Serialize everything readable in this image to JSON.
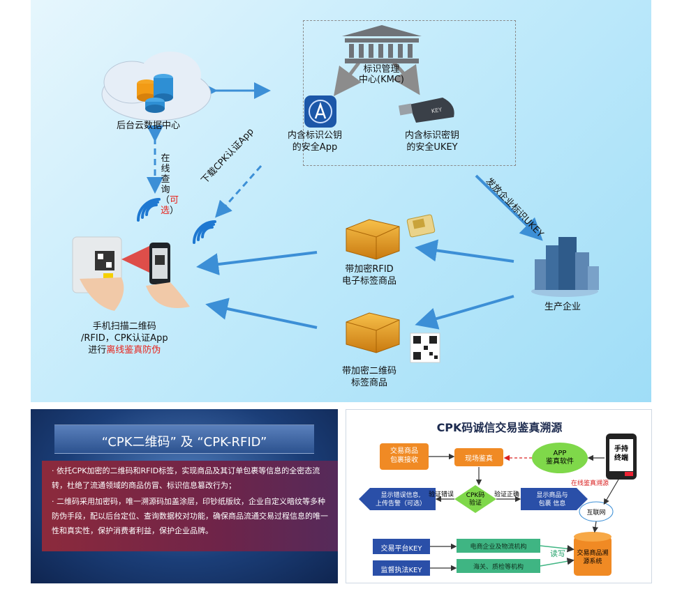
{
  "top": {
    "cloud_label": "后台云数据中心",
    "online_query": "在线查询",
    "optional_open": "（",
    "optional_word": "可选",
    "optional_close": "）",
    "download_app": "下载CPK认证App",
    "kmc_line1": "标识管理",
    "kmc_line2": "中心(KMC)",
    "app_line1": "内含标识公钥",
    "app_line2": "的安全App",
    "ukey_line1": "内含标识密钥",
    "ukey_line2": "的安全UKEY",
    "ukey_badge": "KEY",
    "issue_ukey": "发放企业标识UKEY",
    "rfid_line1": "带加密RFID",
    "rfid_line2": "电子标签商品",
    "qr_line1": "带加密二维码",
    "qr_line2": "标签商品",
    "enterprise": "生产企业",
    "scan_line1": "手机扫描二维码",
    "scan_line2": "/RFID，CPK认证App",
    "scan_line3_prefix": "进行",
    "scan_line3_red": "离线鉴真防伪"
  },
  "bottom_left": {
    "title": "“CPK二维码” 及 “CPK-RFID”",
    "bullet1": "· 依托CPK加密的二维码和RFID标签，实现商品及其订单包裹等信息的全密态流转，杜绝了流通领域的商品仿冒、标识信息篡改行为；",
    "bullet2": "· 二维码采用加密码，唯一溯源码加盖涂层，印钞纸版纹，企业自定义暗纹等多种防伪手段，配以后台定位、查询数据校对功能，确保商品流通交易过程信息的唯一性和真实性，保护消费者利益，保护企业品牌。"
  },
  "bottom_right": {
    "title": "CPK码诚信交易鉴真溯源",
    "receive_line1": "交易商品",
    "receive_line2": "包裹接收",
    "onsite": "现场鉴真",
    "app_line1": "APP",
    "app_line2": "鉴真软件",
    "handheld_line1": "手持",
    "handheld_line2": "终端",
    "online_trace": "在线鉴真溯源",
    "cpk_line1": "CPK码",
    "cpk_line2": "验证",
    "verify_error": "验证错误",
    "verify_correct": "验证正确",
    "err_line1": "显示错误信息,",
    "err_line2": "上传告警（可选）",
    "ok_line1": "显示商品与",
    "ok_line2": "包裹 信息",
    "internet": "互联网",
    "platform_key": "交易平台KEY",
    "enforce_key": "监督执法KEY",
    "ecom": "电商企业及物流机构",
    "customs": "海关、质检等机构",
    "readwrite": "读写",
    "sys_line1": "交易商品溯",
    "sys_line2": "源系统"
  }
}
